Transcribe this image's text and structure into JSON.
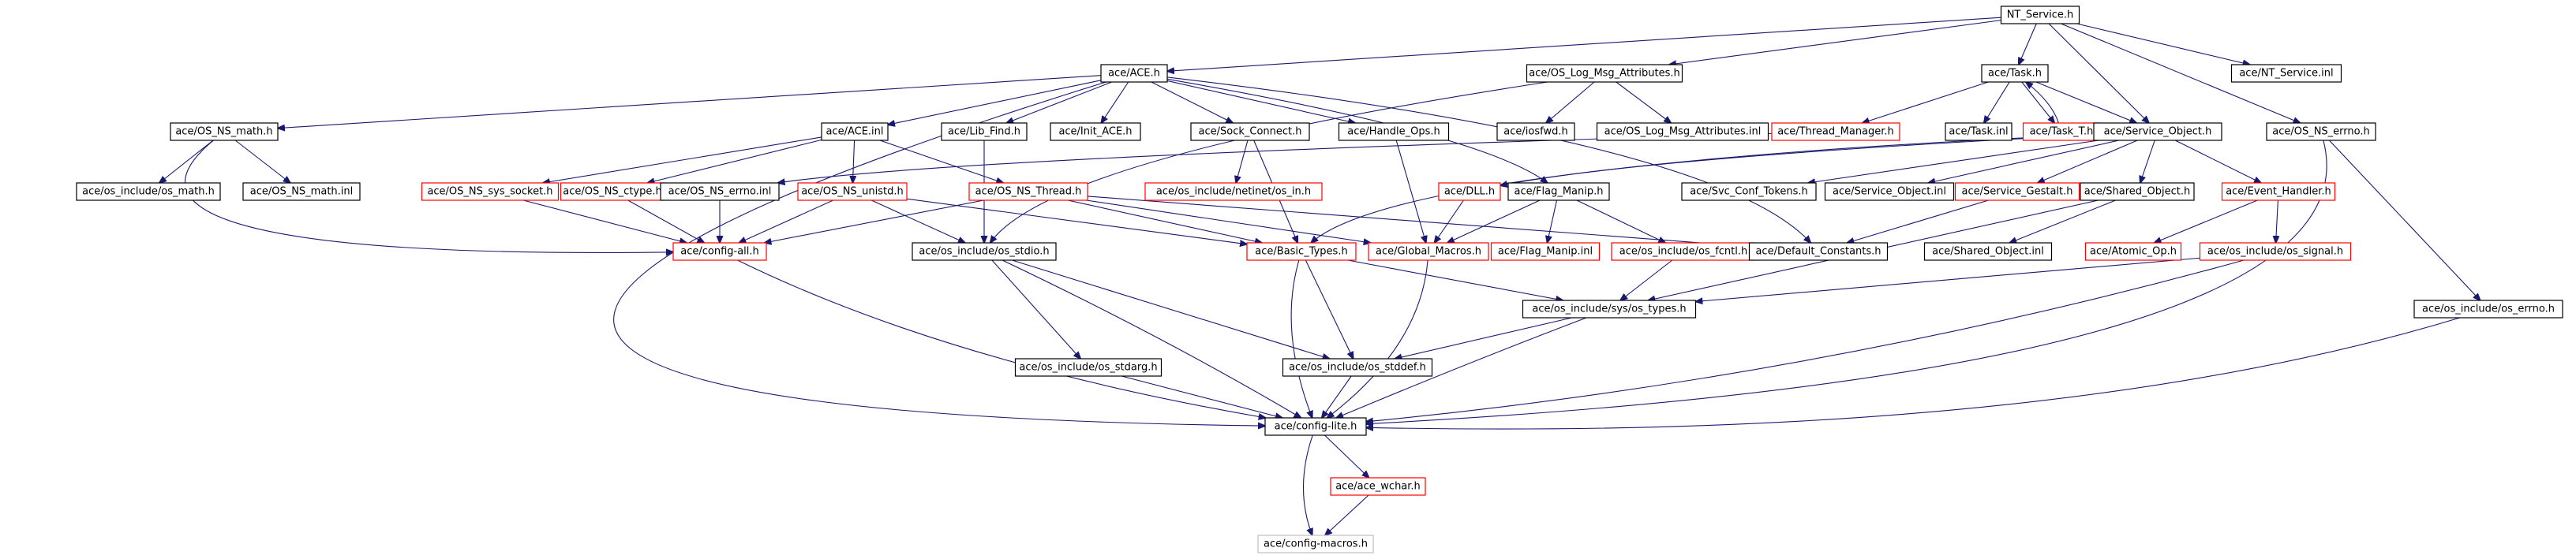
{
  "diagram": {
    "colors": {
      "edge": "#191970",
      "normal_border": "#000000",
      "truncated_border": "#ff0000",
      "external_border": "#bfbfbf",
      "root_fill": "#bfbfbf"
    },
    "nodes": [
      {
        "id": "nt_service",
        "label": "NT_Service.h",
        "style": "root"
      },
      {
        "id": "ace_h",
        "label": "ace/ACE.h",
        "style": "normal"
      },
      {
        "id": "os_log",
        "label": "ace/OS_Log_Msg_Attributes.h",
        "style": "normal"
      },
      {
        "id": "task_h",
        "label": "ace/Task.h",
        "style": "normal"
      },
      {
        "id": "nt_inl",
        "label": "ace/NT_Service.inl",
        "style": "normal"
      },
      {
        "id": "os_ns_math",
        "label": "ace/OS_NS_math.h",
        "style": "normal"
      },
      {
        "id": "ace_inl",
        "label": "ace/ACE.inl",
        "style": "normal"
      },
      {
        "id": "lib_find",
        "label": "ace/Lib_Find.h",
        "style": "normal"
      },
      {
        "id": "init_ace",
        "label": "ace/Init_ACE.h",
        "style": "normal"
      },
      {
        "id": "sock_connect",
        "label": "ace/Sock_Connect.h",
        "style": "normal"
      },
      {
        "id": "handle_ops",
        "label": "ace/Handle_Ops.h",
        "style": "normal"
      },
      {
        "id": "iosfwd",
        "label": "ace/iosfwd.h",
        "style": "normal"
      },
      {
        "id": "os_log_inl",
        "label": "ace/OS_Log_Msg_Attributes.inl",
        "style": "normal"
      },
      {
        "id": "thread_mgr",
        "label": "ace/Thread_Manager.h",
        "style": "truncated"
      },
      {
        "id": "task_inl",
        "label": "ace/Task.inl",
        "style": "normal"
      },
      {
        "id": "task_t",
        "label": "ace/Task_T.h",
        "style": "truncated"
      },
      {
        "id": "service_obj",
        "label": "ace/Service_Object.h",
        "style": "normal"
      },
      {
        "id": "os_ns_errno",
        "label": "ace/OS_NS_errno.h",
        "style": "normal"
      },
      {
        "id": "os_inc_math",
        "label": "ace/os_include/os_math.h",
        "style": "normal"
      },
      {
        "id": "os_ns_math_inl",
        "label": "ace/OS_NS_math.inl",
        "style": "normal"
      },
      {
        "id": "sys_socket",
        "label": "ace/OS_NS_sys_socket.h",
        "style": "truncated"
      },
      {
        "id": "os_ns_ctype",
        "label": "ace/OS_NS_ctype.h",
        "style": "truncated"
      },
      {
        "id": "os_ns_errno_inl",
        "label": "ace/OS_NS_errno.inl",
        "style": "normal"
      },
      {
        "id": "os_ns_unistd",
        "label": "ace/OS_NS_unistd.h",
        "style": "truncated"
      },
      {
        "id": "os_ns_thread",
        "label": "ace/OS_NS_Thread.h",
        "style": "truncated"
      },
      {
        "id": "netinet_in",
        "label": "ace/os_include/netinet/os_in.h",
        "style": "truncated"
      },
      {
        "id": "dll_h",
        "label": "ace/DLL.h",
        "style": "truncated"
      },
      {
        "id": "flag_manip",
        "label": "ace/Flag_Manip.h",
        "style": "normal"
      },
      {
        "id": "svc_conf",
        "label": "ace/Svc_Conf_Tokens.h",
        "style": "normal"
      },
      {
        "id": "service_obj_inl",
        "label": "ace/Service_Object.inl",
        "style": "normal"
      },
      {
        "id": "service_gestalt",
        "label": "ace/Service_Gestalt.h",
        "style": "truncated"
      },
      {
        "id": "shared_obj",
        "label": "ace/Shared_Object.h",
        "style": "normal"
      },
      {
        "id": "event_handler",
        "label": "ace/Event_Handler.h",
        "style": "truncated"
      },
      {
        "id": "config_all",
        "label": "ace/config-all.h",
        "style": "truncated"
      },
      {
        "id": "os_stdio",
        "label": "ace/os_include/os_stdio.h",
        "style": "normal"
      },
      {
        "id": "basic_types",
        "label": "ace/Basic_Types.h",
        "style": "truncated"
      },
      {
        "id": "global_macros",
        "label": "ace/Global_Macros.h",
        "style": "truncated"
      },
      {
        "id": "flag_manip_inl",
        "label": "ace/Flag_Manip.inl",
        "style": "truncated"
      },
      {
        "id": "os_fcntl",
        "label": "ace/os_include/os_fcntl.h",
        "style": "truncated"
      },
      {
        "id": "default_const",
        "label": "ace/Default_Constants.h",
        "style": "normal"
      },
      {
        "id": "shared_obj_inl",
        "label": "ace/Shared_Object.inl",
        "style": "normal"
      },
      {
        "id": "atomic_op",
        "label": "ace/Atomic_Op.h",
        "style": "truncated"
      },
      {
        "id": "os_signal",
        "label": "ace/os_include/os_signal.h",
        "style": "truncated"
      },
      {
        "id": "sys_types",
        "label": "ace/os_include/sys/os_types.h",
        "style": "normal"
      },
      {
        "id": "os_inc_errno",
        "label": "ace/os_include/os_errno.h",
        "style": "normal"
      },
      {
        "id": "os_stdarg",
        "label": "ace/os_include/os_stdarg.h",
        "style": "normal"
      },
      {
        "id": "os_stddef",
        "label": "ace/os_include/os_stddef.h",
        "style": "normal"
      },
      {
        "id": "config_lite",
        "label": "ace/config-lite.h",
        "style": "normal"
      },
      {
        "id": "ace_wchar",
        "label": "ace/ace_wchar.h",
        "style": "truncated"
      },
      {
        "id": "config_macros",
        "label": "ace/config-macros.h",
        "style": "external"
      }
    ],
    "edges": [
      [
        "nt_service",
        "ace_h"
      ],
      [
        "nt_service",
        "os_log"
      ],
      [
        "nt_service",
        "task_h"
      ],
      [
        "nt_service",
        "nt_inl"
      ],
      [
        "nt_service",
        "service_obj"
      ],
      [
        "nt_service",
        "os_ns_errno"
      ],
      [
        "ace_h",
        "os_ns_math"
      ],
      [
        "ace_h",
        "ace_inl"
      ],
      [
        "ace_h",
        "lib_find"
      ],
      [
        "ace_h",
        "init_ace"
      ],
      [
        "ace_h",
        "sock_connect"
      ],
      [
        "ace_h",
        "handle_ops"
      ],
      [
        "ace_h",
        "flag_manip"
      ],
      [
        "ace_h",
        "default_const"
      ],
      [
        "ace_h",
        "config_lite"
      ],
      [
        "os_log",
        "iosfwd"
      ],
      [
        "os_log",
        "os_log_inl"
      ],
      [
        "os_log",
        "os_stdio"
      ],
      [
        "task_h",
        "thread_mgr"
      ],
      [
        "task_h",
        "task_inl"
      ],
      [
        "task_h",
        "task_t"
      ],
      [
        "task_h",
        "service_obj"
      ],
      [
        "task_t",
        "task_h"
      ],
      [
        "service_obj",
        "dll_h"
      ],
      [
        "service_obj",
        "svc_conf"
      ],
      [
        "service_obj",
        "service_obj_inl"
      ],
      [
        "service_obj",
        "service_gestalt"
      ],
      [
        "service_obj",
        "shared_obj"
      ],
      [
        "service_obj",
        "event_handler"
      ],
      [
        "service_obj",
        "basic_types"
      ],
      [
        "thread_mgr",
        "os_ns_errno_inl"
      ],
      [
        "os_ns_errno",
        "os_inc_errno"
      ],
      [
        "os_ns_errno",
        "config_lite"
      ],
      [
        "os_ns_math",
        "os_inc_math"
      ],
      [
        "os_ns_math",
        "os_ns_math_inl"
      ],
      [
        "os_ns_math",
        "config_all"
      ],
      [
        "ace_inl",
        "sys_socket"
      ],
      [
        "ace_inl",
        "os_ns_ctype"
      ],
      [
        "ace_inl",
        "os_ns_unistd"
      ],
      [
        "ace_inl",
        "os_ns_thread"
      ],
      [
        "lib_find",
        "os_stdio"
      ],
      [
        "sock_connect",
        "netinet_in"
      ],
      [
        "sock_connect",
        "basic_types"
      ],
      [
        "handle_ops",
        "global_macros"
      ],
      [
        "sys_socket",
        "config_all"
      ],
      [
        "os_ns_ctype",
        "config_all"
      ],
      [
        "os_ns_errno_inl",
        "config_all"
      ],
      [
        "os_ns_unistd",
        "config_all"
      ],
      [
        "os_ns_unistd",
        "os_stdio"
      ],
      [
        "os_ns_unistd",
        "basic_types"
      ],
      [
        "os_ns_thread",
        "config_all"
      ],
      [
        "os_ns_thread",
        "basic_types"
      ],
      [
        "os_ns_thread",
        "global_macros"
      ],
      [
        "os_ns_thread",
        "default_const"
      ],
      [
        "dll_h",
        "global_macros"
      ],
      [
        "flag_manip",
        "global_macros"
      ],
      [
        "flag_manip",
        "flag_manip_inl"
      ],
      [
        "flag_manip",
        "os_fcntl"
      ],
      [
        "service_gestalt",
        "default_const"
      ],
      [
        "shared_obj",
        "shared_obj_inl"
      ],
      [
        "shared_obj",
        "sys_types"
      ],
      [
        "event_handler",
        "atomic_op"
      ],
      [
        "event_handler",
        "os_signal"
      ],
      [
        "config_all",
        "config_lite"
      ],
      [
        "os_stdio",
        "os_stdarg"
      ],
      [
        "os_stdio",
        "os_stddef"
      ],
      [
        "os_stdio",
        "config_lite"
      ],
      [
        "basic_types",
        "sys_types"
      ],
      [
        "basic_types",
        "os_stddef"
      ],
      [
        "basic_types",
        "config_lite"
      ],
      [
        "global_macros",
        "config_lite"
      ],
      [
        "os_fcntl",
        "sys_types"
      ],
      [
        "os_signal",
        "sys_types"
      ],
      [
        "os_signal",
        "config_lite"
      ],
      [
        "sys_types",
        "os_stddef"
      ],
      [
        "sys_types",
        "config_lite"
      ],
      [
        "os_inc_errno",
        "config_lite"
      ],
      [
        "os_stdarg",
        "config_lite"
      ],
      [
        "os_stddef",
        "config_lite"
      ],
      [
        "config_lite",
        "ace_wchar"
      ],
      [
        "config_lite",
        "config_macros"
      ],
      [
        "ace_wchar",
        "config_macros"
      ]
    ]
  }
}
